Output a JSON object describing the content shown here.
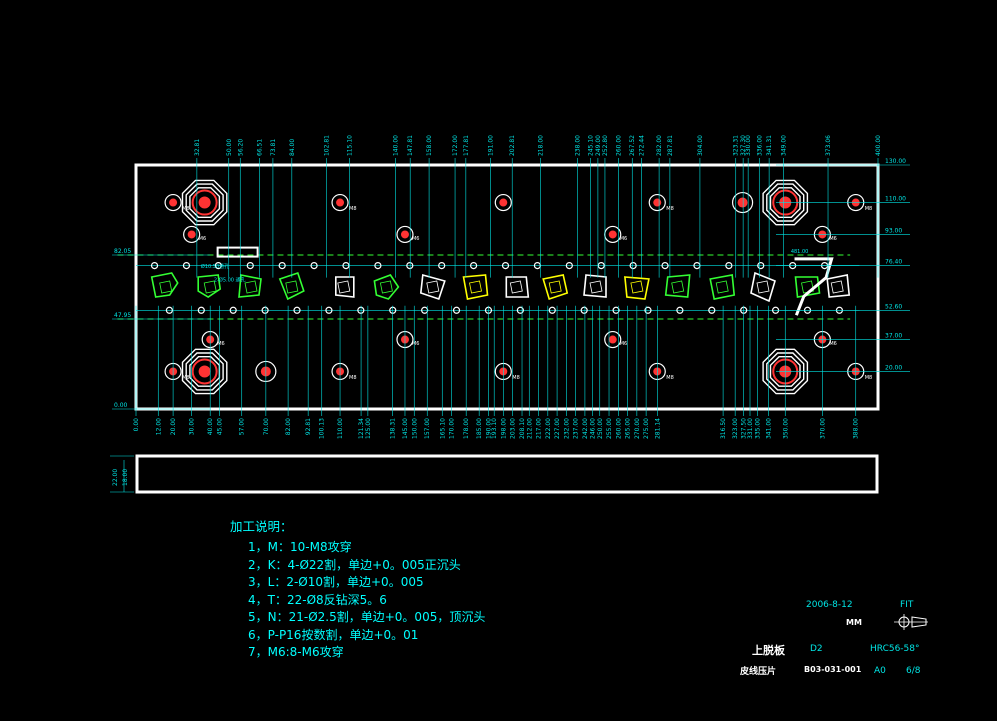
{
  "colors": {
    "background": "#000000",
    "outline": "#ffffff",
    "dimension": "#00e5e5",
    "hole": "#ff3333",
    "profile": "#ffff00",
    "punch": "#33ff33"
  },
  "dims": {
    "top": [
      "32.81",
      "50.00",
      "56.20",
      "66.51",
      "73.81",
      "84.00",
      "102.81",
      "115.10",
      "140.00",
      "147.81",
      "158.00",
      "172.00",
      "177.81",
      "191.00",
      "202.81",
      "218.00",
      "238.00",
      "245.10",
      "249.00",
      "252.80",
      "260.00",
      "267.52",
      "272.44",
      "282.00",
      "287.81",
      "304.00",
      "323.31",
      "327.30",
      "330.00",
      "336.00",
      "341.31",
      "349.00",
      "373.06",
      "400.00"
    ],
    "bottom": [
      "0.00",
      "12.00",
      "20.00",
      "30.00",
      "40.00",
      "45.00",
      "57.00",
      "70.00",
      "82.00",
      "92.81",
      "100.13",
      "110.00",
      "121.34",
      "125.00",
      "138.31",
      "145.00",
      "150.00",
      "157.00",
      "165.10",
      "170.00",
      "178.00",
      "185.00",
      "190.00",
      "193.10",
      "198.00",
      "203.00",
      "208.10",
      "212.00",
      "217.00",
      "222.00",
      "227.00",
      "232.00",
      "237.00",
      "242.00",
      "246.00",
      "250.00",
      "255.00",
      "260.00",
      "265.00",
      "270.00",
      "275.00",
      "281.14",
      "316.50",
      "323.00",
      "327.50",
      "331.00",
      "335.00",
      "341.00",
      "350.00",
      "370.00",
      "388.00"
    ],
    "right": [
      "130.00",
      "110.00",
      "93.00",
      "76.40",
      "52.60",
      "37.00",
      "20.00"
    ],
    "left": [
      "82.05",
      "47.95",
      "0.00"
    ],
    "section": [
      "22.00",
      "18.00"
    ],
    "misc": [
      "M8",
      "M6",
      "481.00",
      "Ø10.50通孔",
      "2-Ø5.00 通孔"
    ]
  },
  "notes": {
    "title": "加工说明：",
    "items": [
      "1，M：10-M8攻穿",
      "2，K：4-Ø22割，单边+0。005正沉头",
      "3，L：2-Ø10割，单边+0。005",
      "4，T：22-Ø8反钻深5。6",
      "5，N：21-Ø2.5割，单边+0。005，顶沉头",
      "6，P-P16按数割，单边+0。01",
      "7，M6:8-M6攻穿"
    ]
  },
  "title_block": {
    "date": "2006-8-12",
    "fit": "FIT",
    "unit": "MM",
    "part_name": "上脱板",
    "material": "D2",
    "hardness": "HRC56-58°",
    "product": "皮线压片",
    "drawing_no": "B03-031-001",
    "size": "A0",
    "sheet": "6/8"
  }
}
